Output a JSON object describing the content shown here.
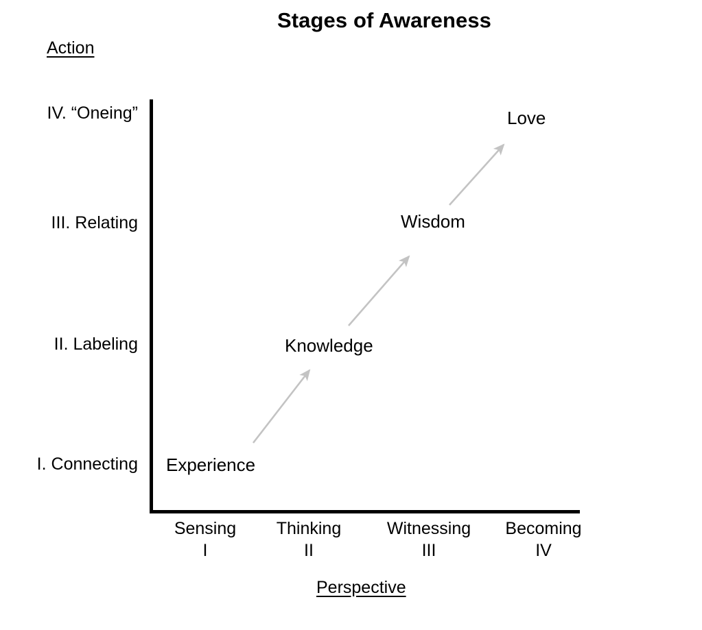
{
  "chart_data": {
    "type": "diagram",
    "title": "Stages of Awareness",
    "xlabel": "Perspective",
    "ylabel": "Action",
    "x_categories": [
      {
        "name": "Sensing",
        "roman": "I"
      },
      {
        "name": "Thinking",
        "roman": "II"
      },
      {
        "name": "Witnessing",
        "roman": "III"
      },
      {
        "name": "Becoming",
        "roman": "IV"
      }
    ],
    "y_categories": [
      {
        "label": "IV. “Oneing”"
      },
      {
        "label": "III. Relating"
      },
      {
        "label": "II. Labeling"
      },
      {
        "label": "I. Connecting"
      }
    ],
    "nodes": [
      {
        "label": "Experience",
        "x_category": "Sensing",
        "y_category": "I. Connecting"
      },
      {
        "label": "Knowledge",
        "x_category": "Thinking",
        "y_category": "II. Labeling"
      },
      {
        "label": "Wisdom",
        "x_category": "Witnessing",
        "y_category": "III. Relating"
      },
      {
        "label": "Love",
        "x_category": "Becoming",
        "y_category": "IV. “Oneing”"
      }
    ],
    "arrows": [
      {
        "from": "Experience",
        "to": "Knowledge"
      },
      {
        "from": "Knowledge",
        "to": "Wisdom"
      },
      {
        "from": "Wisdom",
        "to": "Love"
      }
    ],
    "colors": {
      "axis": "#000000",
      "text": "#000000",
      "arrow": "#C3C3C3",
      "background": "#FFFFFF"
    },
    "grid": false,
    "legend": "none"
  },
  "title": "Stages of Awareness",
  "axes": {
    "y_title": "Action",
    "x_title": "Perspective",
    "y_ticks": [
      "IV. “Oneing”",
      "III. Relating",
      "II. Labeling",
      "I. Connecting"
    ],
    "x_ticks": [
      {
        "name": "Sensing",
        "roman": "I"
      },
      {
        "name": "Thinking",
        "roman": "II"
      },
      {
        "name": "Witnessing",
        "roman": "III"
      },
      {
        "name": "Becoming",
        "roman": "IV"
      }
    ]
  },
  "nodes": {
    "experience": "Experience",
    "knowledge": "Knowledge",
    "wisdom": "Wisdom",
    "love": "Love"
  }
}
